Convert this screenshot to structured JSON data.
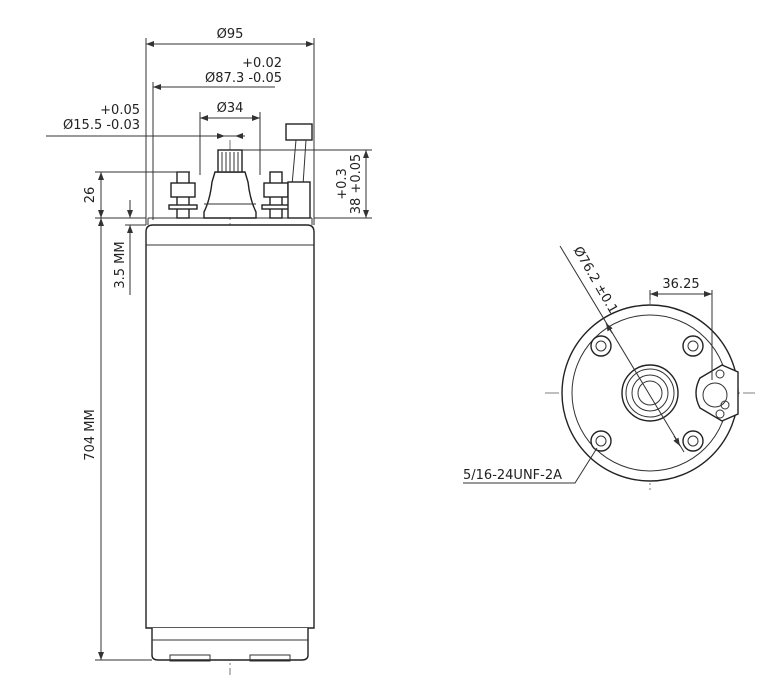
{
  "drawing": {
    "side_view": {
      "dia_95": "Ø95",
      "dia_87_tol_plus": "+0.02",
      "dia_87": "Ø87.3 -0.05",
      "dia_34": "Ø34",
      "dia_15_tol_plus": "+0.05",
      "dia_15": "Ø15.5 -0.03",
      "dim_26": "26",
      "dim_3_5": "3.5 MM",
      "dim_704": "704 MM",
      "dim_38_tol_plus": "+0.3",
      "dim_38": "38 +0.05"
    },
    "end_view": {
      "dia_76": "Ø76.2 ±0.1",
      "dim_36": "36.25",
      "thread": "5/16-24UNF-2A"
    },
    "line_color": "#333333"
  }
}
